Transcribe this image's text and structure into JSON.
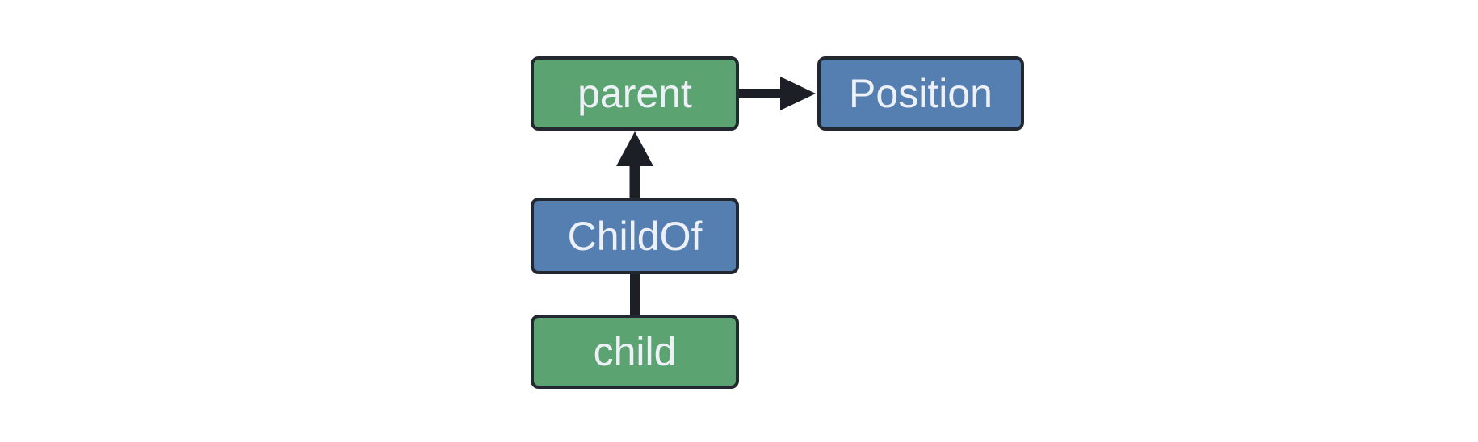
{
  "diagram": {
    "nodes": [
      {
        "id": "parent",
        "label": "parent",
        "fill": "#5ba471"
      },
      {
        "id": "Position",
        "label": "Position",
        "fill": "#567fb1"
      },
      {
        "id": "ChildOf",
        "label": "ChildOf",
        "fill": "#567fb1"
      },
      {
        "id": "child",
        "label": "child",
        "fill": "#5ba471"
      }
    ],
    "edges": [
      {
        "from": "parent",
        "to": "Position",
        "style": "arrow"
      },
      {
        "from": "ChildOf",
        "to": "parent",
        "style": "arrow"
      },
      {
        "from": "child",
        "to": "ChildOf",
        "style": "line"
      }
    ],
    "colors": {
      "node_green": "#5ba471",
      "node_blue": "#567fb1",
      "node_border": "#232830",
      "edge": "#1c2026",
      "label_text": "#edf0f6",
      "background": "#ffffff"
    }
  }
}
